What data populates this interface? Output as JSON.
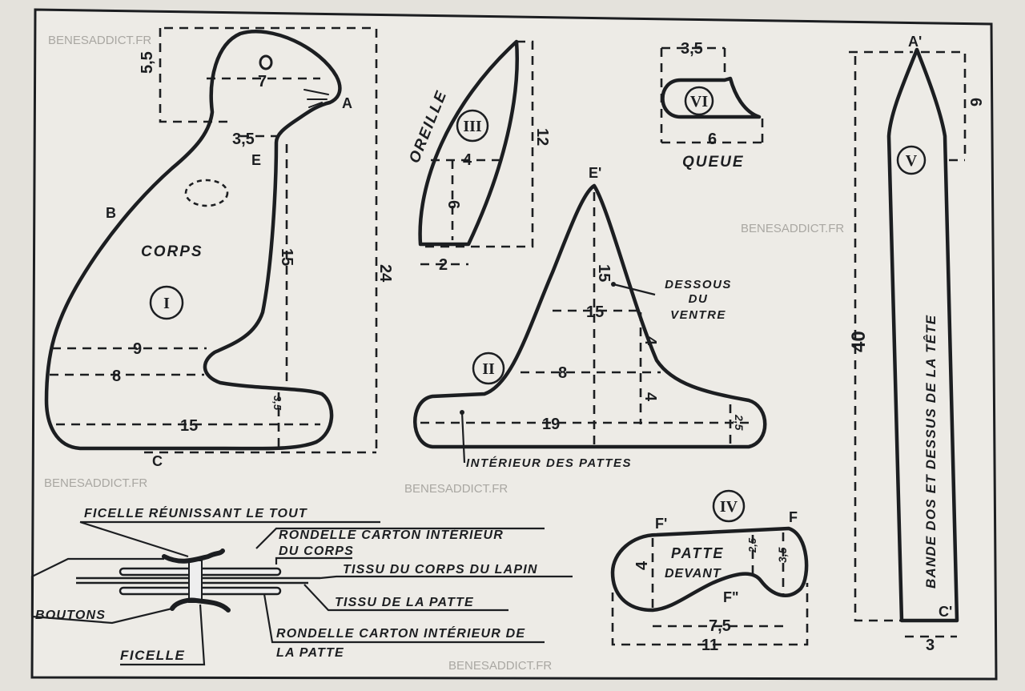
{
  "watermark": "BENESADDICT.FR",
  "body": {
    "number": "I",
    "label": "CORPS",
    "points": {
      "a": "A",
      "b": "B",
      "c": "C",
      "e": "E"
    },
    "dims": {
      "head_height": "5,5",
      "head_width": "7",
      "neck": "3,5",
      "height": "24",
      "front": "15",
      "width_9": "9",
      "width_8": "8",
      "base": "15",
      "foot": "3,5"
    }
  },
  "belly": {
    "number": "II",
    "label_line1": "DESSOUS",
    "label_line2": "DU",
    "label_line3": "VENTRE",
    "point": "E'",
    "dims": {
      "height": "15",
      "width_15": "15",
      "width_8": "8",
      "side_4a": "4",
      "side_4b": "4",
      "base": "19",
      "foot": "2,5"
    },
    "caption": "INTÉRIEUR DES PATTES"
  },
  "ear": {
    "number": "III",
    "label": "OREILLE",
    "dims": {
      "height": "12",
      "width": "4",
      "inner": "6",
      "base": "2"
    }
  },
  "front_paw": {
    "number": "IV",
    "label_line1": "PATTE",
    "label_line2": "DEVANT",
    "points": {
      "f": "F",
      "f_prime": "F'",
      "f_double": "F\""
    },
    "dims": {
      "height": "4",
      "inner": "2,5",
      "right": "3,5",
      "inner_width": "7,5",
      "width": "11"
    }
  },
  "strip": {
    "number": "V",
    "label": "BANDE DOS ET DESSUS DE LA TÊTE",
    "points": {
      "a_prime": "A'",
      "c_prime": "C'"
    },
    "dims": {
      "length": "40",
      "tip": "6",
      "width": "3"
    }
  },
  "tail": {
    "number": "VI",
    "label": "QUEUE",
    "dims": {
      "top": "3,5",
      "bottom": "6"
    }
  },
  "assembly": {
    "string_all": "FICELLE RÉUNISSANT LE TOUT",
    "body_disc_1": "RONDELLE CARTON INTÉRIEUR",
    "body_disc_2": "DU CORPS",
    "body_fabric": "TISSU DU CORPS DU LAPIN",
    "paw_fabric": "TISSU DE LA PATTE",
    "paw_disc_1": "RONDELLE CARTON INTÉRIEUR DE",
    "paw_disc_2": "LA PATTE",
    "buttons": "BOUTONS",
    "string": "FICELLE"
  }
}
